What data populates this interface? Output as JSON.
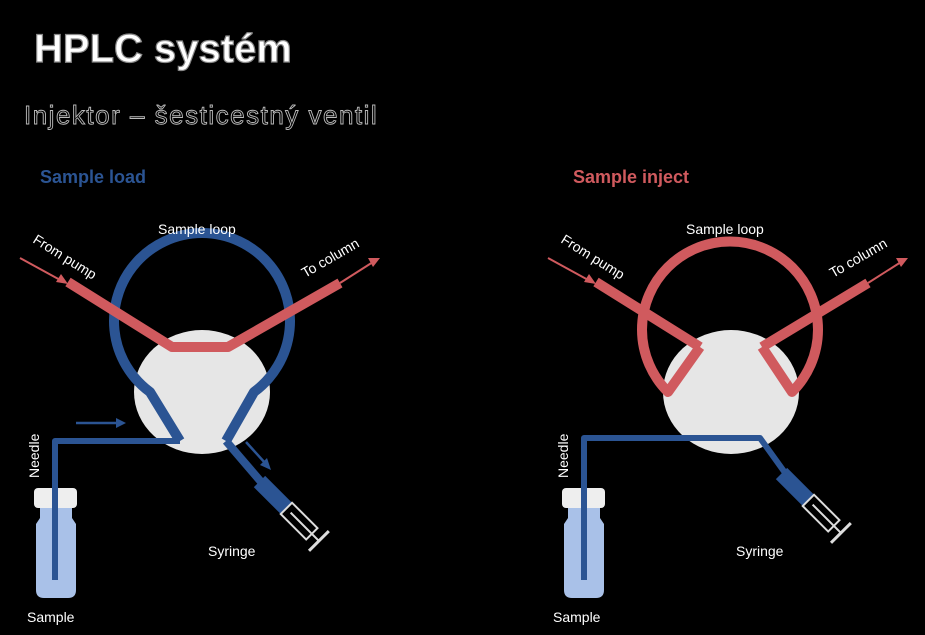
{
  "title": "HPLC systém",
  "subtitle": "Injektor – šesticestný ventil",
  "colors": {
    "load_blue": "#2b5493",
    "inject_red": "#d05a5e",
    "valve_body": "#e6e6e6",
    "vial_blue": "#a9c1e8",
    "text_white": "#ffffff",
    "pump_arrow": "#d05a5e"
  },
  "panels": [
    {
      "mode_label": "Sample load",
      "mode_color": "#2b5493",
      "sample_loop": "Sample loop",
      "from_pump": "From pump",
      "to_column": "To column",
      "needle": "Needle",
      "syringe": "Syringe",
      "sample": "Sample"
    },
    {
      "mode_label": "Sample inject",
      "mode_color": "#d05a5e",
      "sample_loop": "Sample loop",
      "from_pump": "From pump",
      "to_column": "To column",
      "needle": "Needle",
      "syringe": "Syringe",
      "sample": "Sample"
    }
  ]
}
